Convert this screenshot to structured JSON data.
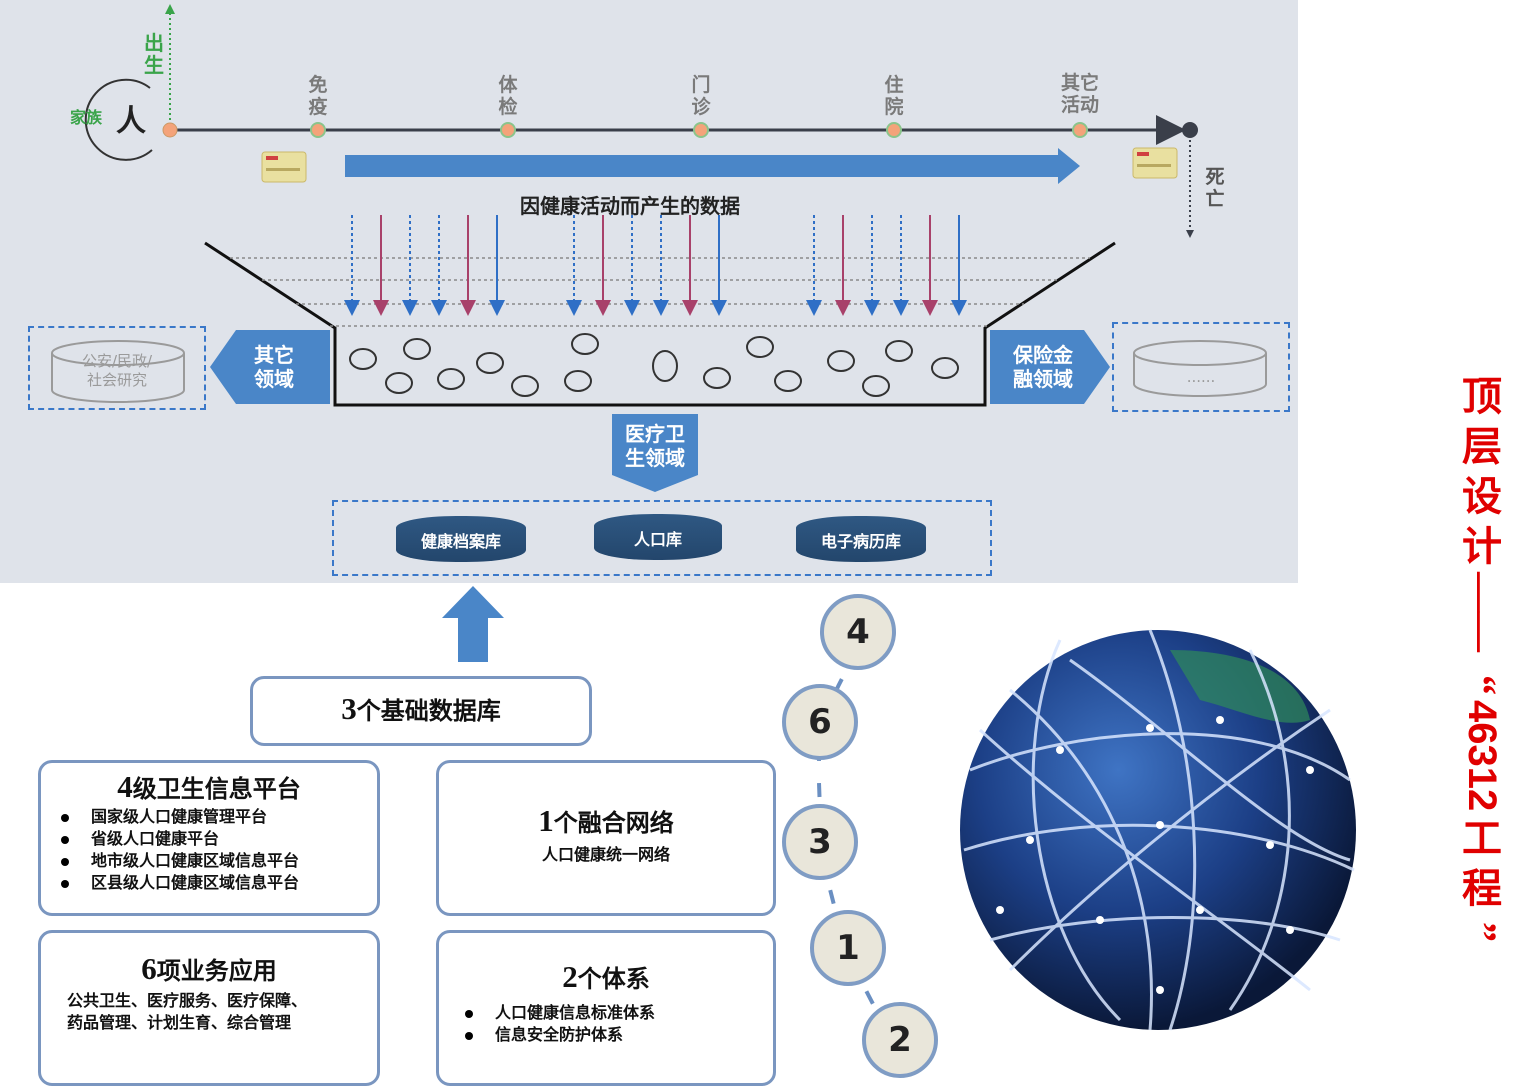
{
  "timeline": {
    "birth": "出\n生",
    "clan": "家族",
    "person": "人",
    "death": "死\n亡",
    "stages": [
      "免\n疫",
      "体\n检",
      "门\n诊",
      "住\n院",
      "其它\n活动"
    ],
    "data_caption": "因健康活动而产生的数据"
  },
  "domains": {
    "other": "其它\n领域",
    "other_store": "公安/民政/\n社会研究",
    "insurance": "保险金\n融领域",
    "insurance_store": "......",
    "medical": "医疗卫\n生领域"
  },
  "databases": [
    "健康档案库",
    "人口库",
    "电子病历库"
  ],
  "boxes": {
    "three": {
      "num": "3",
      "title": "个基础数据库"
    },
    "four": {
      "num": "4",
      "title": "级卫生信息平台",
      "items": [
        "国家级人口健康管理平台",
        "省级人口健康平台",
        "地市级人口健康区域信息平台",
        "区县级人口健康区域信息平台"
      ]
    },
    "one": {
      "num": "1",
      "title": "个融合网络",
      "subtitle": "人口健康统一网络"
    },
    "six": {
      "num": "6",
      "title": "项业务应用",
      "text": "公共卫生、医疗服务、医疗保障、\n药品管理、计划生育、综合管理"
    },
    "two": {
      "num": "2",
      "title": "个体系",
      "items": [
        "人口健康信息标准体系",
        "信息安全防护体系"
      ]
    }
  },
  "circles": [
    "4",
    "6",
    "3",
    "1",
    "2"
  ],
  "side_title": {
    "chars": [
      "顶",
      "层",
      "设",
      "计"
    ],
    "dash": "——",
    "quote_open": "“",
    "code": "46312",
    "tail": [
      "工",
      "程"
    ],
    "quote_close": "”"
  },
  "colors": {
    "accent_blue": "#4a86c8",
    "red_title": "#e00000",
    "green": "#3aa44a"
  }
}
